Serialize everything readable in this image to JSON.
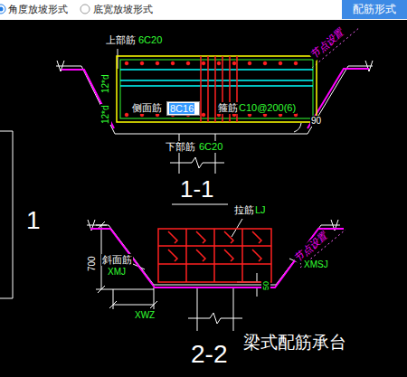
{
  "diagram": {
    "nodes": [
      {
        "text": [
          "配筋形式"
        ]
      },
      {
        "text": [
          "8C16"
        ]
      }
    ],
    "labels": [
      "角度放坡形式",
      "底宽放坡形式",
      "上部筋",
      "6C20",
      "12*d",
      "侧面筋",
      "箍筋",
      "C10@200(6)",
      "节点设置",
      "12*d",
      "下部筋",
      "6C20",
      "90",
      "1-1",
      "1",
      "拉筋",
      "LJ",
      "节点设置",
      "700",
      "斜面筋",
      "XMJ",
      "XMSJ",
      "50",
      "XWZ",
      "2-2",
      "梁式配筋承台"
    ]
  }
}
